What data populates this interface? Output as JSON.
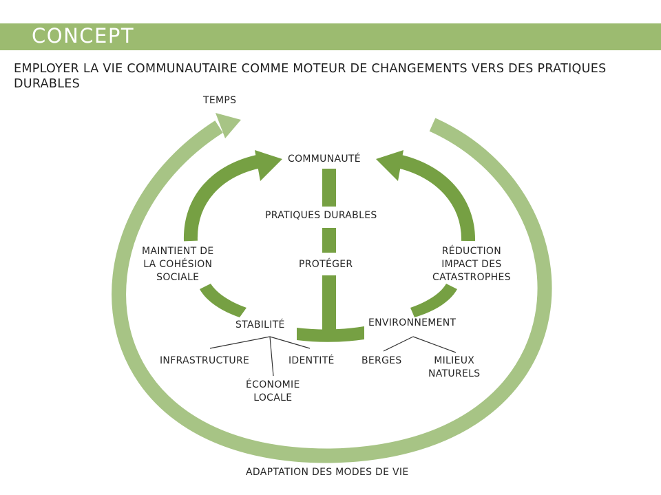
{
  "header": {
    "title": "CONCEPT",
    "subtitle": "EMPLOYER LA VIE COMMUNAUTAIRE COMME MOTEUR DE CHANGEMENTS VERS DES PRATIQUES DURABLES"
  },
  "diagram": {
    "outer_top_label": "TEMPS",
    "outer_bottom_label": "ADAPTATION DES MODES DE VIE",
    "center_top": "COMMUNAUTÉ",
    "stem_label_1": "PRATIQUES DURABLES",
    "stem_label_2": "PROTÉGER",
    "left_arc_label": "MAINTIENT DE\nLA COHÉSION\nSOCIALE",
    "right_arc_label": "RÉDUCTION\nIMPACT DES\nCATASTROPHES",
    "left_base": "STABILITÉ",
    "right_base": "ENVIRONNEMENT",
    "left_children": [
      "INFRASTRUCTURE",
      "ÉCONOMIE\nLOCALE",
      "IDENTITÉ"
    ],
    "right_children": [
      "BERGES",
      "MILIEUX\nNATURELS"
    ]
  },
  "colors": {
    "banner": "#9cbb70",
    "outer_ring": "#a7c485",
    "inner_arrows": "#76a043",
    "text": "#262626"
  }
}
